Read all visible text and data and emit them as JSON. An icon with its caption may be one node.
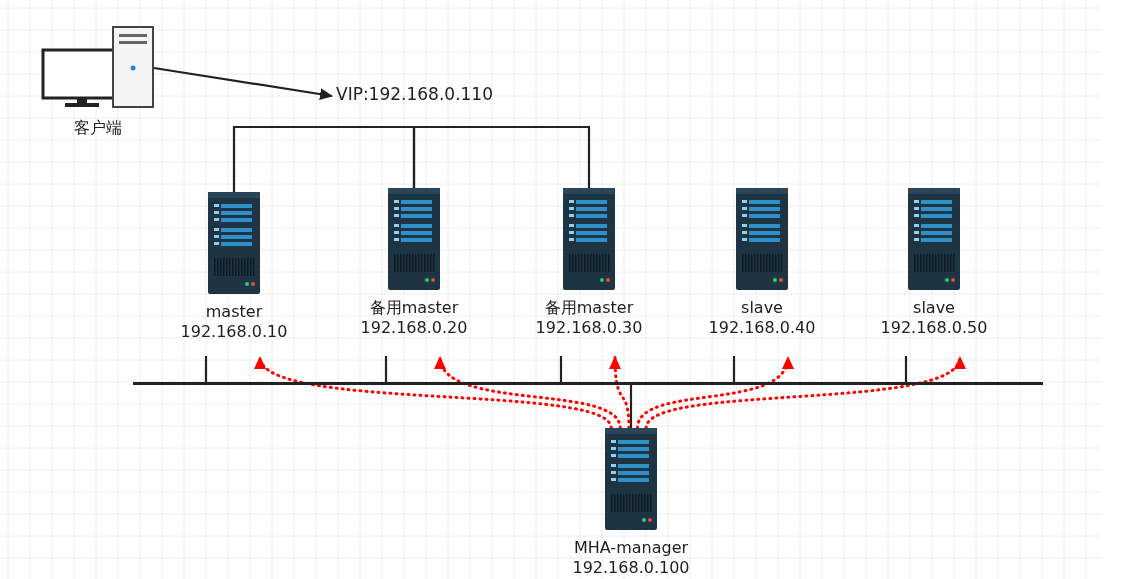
{
  "diagram": {
    "nodes": [
      {
        "text": [
          "客户端"
        ]
      },
      {
        "text": [
          "VIP:192.168.0.110"
        ]
      },
      {
        "text": [
          "master 192.168.0.10"
        ]
      },
      {
        "text": [
          "备用master 192.168.0.20"
        ]
      },
      {
        "text": [
          "备用master 192.168.0.30"
        ]
      },
      {
        "text": [
          "slave 192.168.0.40"
        ]
      },
      {
        "text": [
          "slave 192.168.0.50"
        ]
      },
      {
        "text": [
          "MHA-manager 192.168.0.100"
        ]
      },
      {
        "text": [],
        "shape": "bar"
      }
    ],
    "edges": [
      {
        "from": 0,
        "to": 1,
        "arrow": "to"
      },
      {
        "from": 2,
        "to": 3,
        "arrow": "none"
      },
      {
        "from": 3,
        "to": 4,
        "arrow": "none"
      },
      {
        "from": 2,
        "to": 8,
        "arrow": "none"
      },
      {
        "from": 3,
        "to": 8,
        "arrow": "none"
      },
      {
        "from": 4,
        "to": 8,
        "arrow": "none"
      },
      {
        "from": 5,
        "to": 8,
        "arrow": "none"
      },
      {
        "from": 6,
        "to": 8,
        "arrow": "none"
      },
      {
        "from": 7,
        "to": 8,
        "arrow": "none"
      },
      {
        "from": 7,
        "to": 2,
        "arrow": "to",
        "style": "dashed",
        "color": "#ff0000"
      },
      {
        "from": 7,
        "to": 3,
        "arrow": "to",
        "style": "dashed",
        "color": "#ff0000"
      },
      {
        "from": 7,
        "to": 4,
        "arrow": "to",
        "style": "dashed",
        "color": "#ff0000"
      },
      {
        "from": 7,
        "to": 5,
        "arrow": "to",
        "style": "dashed",
        "color": "#ff0000"
      },
      {
        "from": 7,
        "to": 6,
        "arrow": "to",
        "style": "dashed",
        "color": "#ff0000"
      }
    ]
  }
}
